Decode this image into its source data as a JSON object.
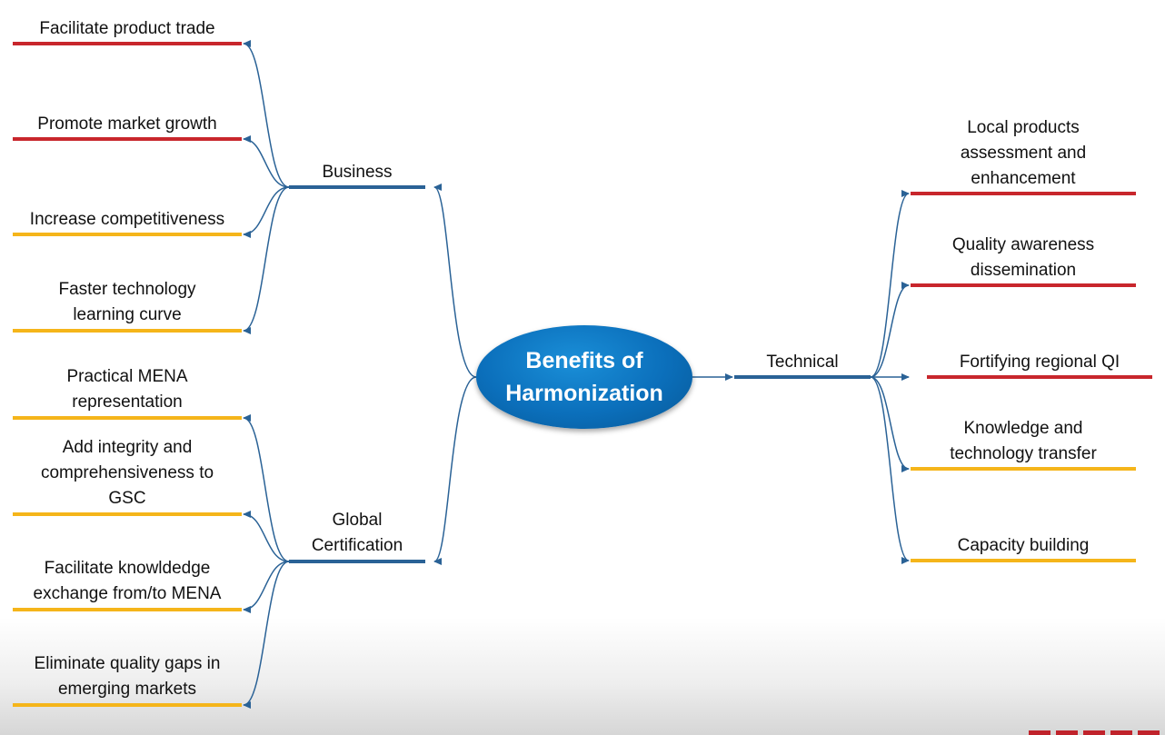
{
  "center": {
    "label": "Benefits of\nHarmonization"
  },
  "colors": {
    "red": "#c8262c",
    "yellow": "#f5b51a",
    "blue": "#2a6296",
    "center": "#0b6fbb"
  },
  "business": {
    "label": "Business",
    "items": [
      {
        "label": "Facilitate product trade",
        "color": "red"
      },
      {
        "label": "Promote market growth",
        "color": "red"
      },
      {
        "label": "Increase competitiveness",
        "color": "yellow"
      },
      {
        "label": "Faster technology\nlearning curve",
        "color": "yellow"
      }
    ]
  },
  "global_certification": {
    "label": "Global\nCertification",
    "items": [
      {
        "label": "Practical MENA\nrepresentation",
        "color": "yellow"
      },
      {
        "label": "Add integrity and\ncomprehensiveness to\nGSC",
        "color": "yellow"
      },
      {
        "label": "Facilitate knowldedge\nexchange from/to MENA",
        "color": "yellow"
      },
      {
        "label": "Eliminate quality gaps in\nemerging markets",
        "color": "yellow"
      }
    ]
  },
  "technical": {
    "label": "Technical",
    "items": [
      {
        "label": "Local products\nassessment and\nenhancement",
        "color": "red"
      },
      {
        "label": "Quality awareness\ndissemination",
        "color": "red"
      },
      {
        "label": "Fortifying regional QI",
        "color": "red"
      },
      {
        "label": "Knowledge and\ntechnology transfer",
        "color": "yellow"
      },
      {
        "label": "Capacity building",
        "color": "yellow"
      }
    ]
  }
}
